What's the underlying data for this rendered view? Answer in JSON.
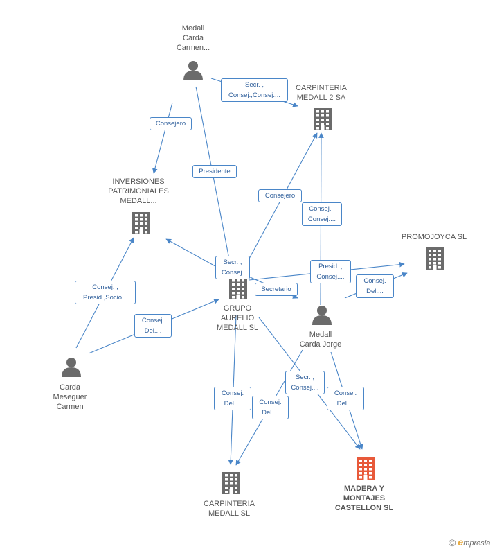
{
  "nodes": {
    "medall_carda_carmen": {
      "lines": [
        "Medall",
        "Carda",
        "Carmen..."
      ],
      "kind": "person"
    },
    "carpinteria_medall_2": {
      "lines": [
        "CARPINTERIA",
        "MEDALL 2 SA"
      ],
      "kind": "company"
    },
    "inversiones": {
      "lines": [
        "INVERSIONES",
        "PATRIMONIALES",
        "MEDALL..."
      ],
      "kind": "company"
    },
    "promojoyca": {
      "lines": [
        "PROMOJOYCA SL"
      ],
      "kind": "company"
    },
    "grupo_aurelio": {
      "lines": [
        "GRUPO",
        "AURELIO",
        "MEDALL SL"
      ],
      "kind": "company"
    },
    "medall_carda_jorge": {
      "lines": [
        "Medall",
        "Carda Jorge"
      ],
      "kind": "person"
    },
    "carda_meseguer": {
      "lines": [
        "Carda",
        "Meseguer",
        "Carmen"
      ],
      "kind": "person"
    },
    "carpinteria_medall": {
      "lines": [
        "CARPINTERIA",
        "MEDALL SL"
      ],
      "kind": "company"
    },
    "madera_montajes": {
      "lines": [
        "MADERA Y",
        "MONTAJES",
        "CASTELLON SL"
      ],
      "kind": "focus"
    }
  },
  "edges": {
    "e1": {
      "lines": [
        "Secr. ,",
        "Consej.,Consej...."
      ]
    },
    "e2": {
      "lines": [
        "Consejero"
      ]
    },
    "e3": {
      "lines": [
        "Presidente"
      ]
    },
    "e4": {
      "lines": [
        "Consejero"
      ]
    },
    "e5": {
      "lines": [
        "Consej. ,",
        "Consej...."
      ]
    },
    "e6": {
      "lines": [
        "Secr. ,",
        "Consej."
      ]
    },
    "e7": {
      "lines": [
        "Presid. ,",
        "Consej...."
      ]
    },
    "e8": {
      "lines": [
        "Secretario"
      ]
    },
    "e9": {
      "lines": [
        "Consej.",
        "Del...."
      ]
    },
    "e10": {
      "lines": [
        "Consej. ,",
        "Presid.,Socio..."
      ]
    },
    "e11": {
      "lines": [
        "Consej.",
        "Del...."
      ]
    },
    "e12": {
      "lines": [
        "Secr. ,",
        "Consej...."
      ]
    },
    "e13": {
      "lines": [
        "Consej.",
        "Del...."
      ]
    },
    "e14": {
      "lines": [
        "Consej.",
        "Del...."
      ]
    },
    "e15": {
      "lines": [
        "Consej.",
        "Del...."
      ]
    }
  },
  "colors": {
    "edge": "#4a86c8",
    "icon": "#6b6b6b",
    "focus_icon": "#e8593a",
    "label_text": "#2f5f9b"
  },
  "brand": {
    "copyright": "©",
    "e": "e",
    "rest": "mpresia"
  }
}
